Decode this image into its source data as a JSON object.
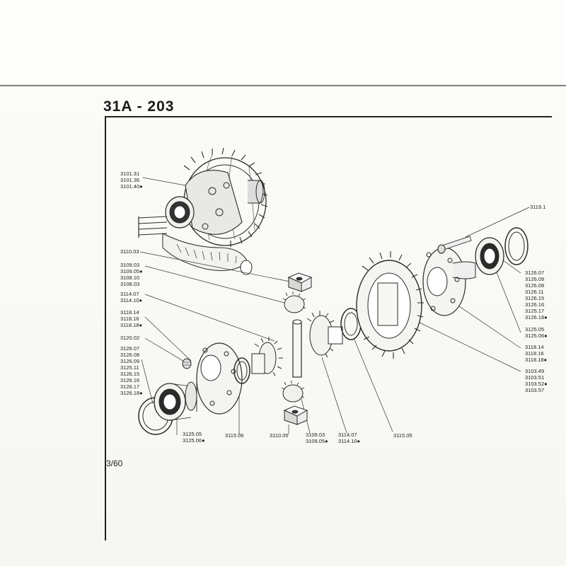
{
  "sheet": {
    "title": "31A - 203",
    "page_number": "3/60"
  },
  "callouts": {
    "crown_group_top": [
      "3101.31",
      "3101.36",
      "3101.40●"
    ],
    "ref_311003": [
      "3110.03"
    ],
    "ref_310903": [
      "3109.03",
      "3109.05●",
      "3108.10",
      "3108.03"
    ],
    "ref_311407": [
      "3114.07",
      "3114.10●"
    ],
    "ref_311814": [
      "3118.14",
      "3118.16",
      "3118.18●"
    ],
    "ref_312002": [
      "3120.02"
    ],
    "ref_left_bearings": [
      "3126.07",
      "3126.08",
      "3126.09",
      "3125.11",
      "3126.15",
      "3126.16",
      "3126.17",
      "3126.18●"
    ],
    "ref_bottom_3125": [
      "3125.05",
      "3125.06●"
    ],
    "ref_bottom_3115": [
      "3115.06"
    ],
    "ref_bottom_3110": [
      "3110.05"
    ],
    "ref_bottom_3109": [
      "3109.03",
      "3109.05●"
    ],
    "ref_bottom_3114": [
      "3114.07",
      "3114.10●"
    ],
    "ref_bottom_3115b": [
      "3115.05"
    ],
    "ref_3119": [
      "3119.1"
    ],
    "ref_right_bearings": [
      "3126.07",
      "3126.09",
      "3126.08",
      "3126.11",
      "3126.15",
      "3126.16",
      "3125.17",
      "3126.18●"
    ],
    "ref_right_3125": [
      "3125.05",
      "3125.06●"
    ],
    "ref_right_3118": [
      "3118.14",
      "3118.16",
      "3118.18●"
    ],
    "ref_right_3103": [
      "3103.49",
      "3103.51",
      "3103.52●",
      "3103.57"
    ]
  }
}
